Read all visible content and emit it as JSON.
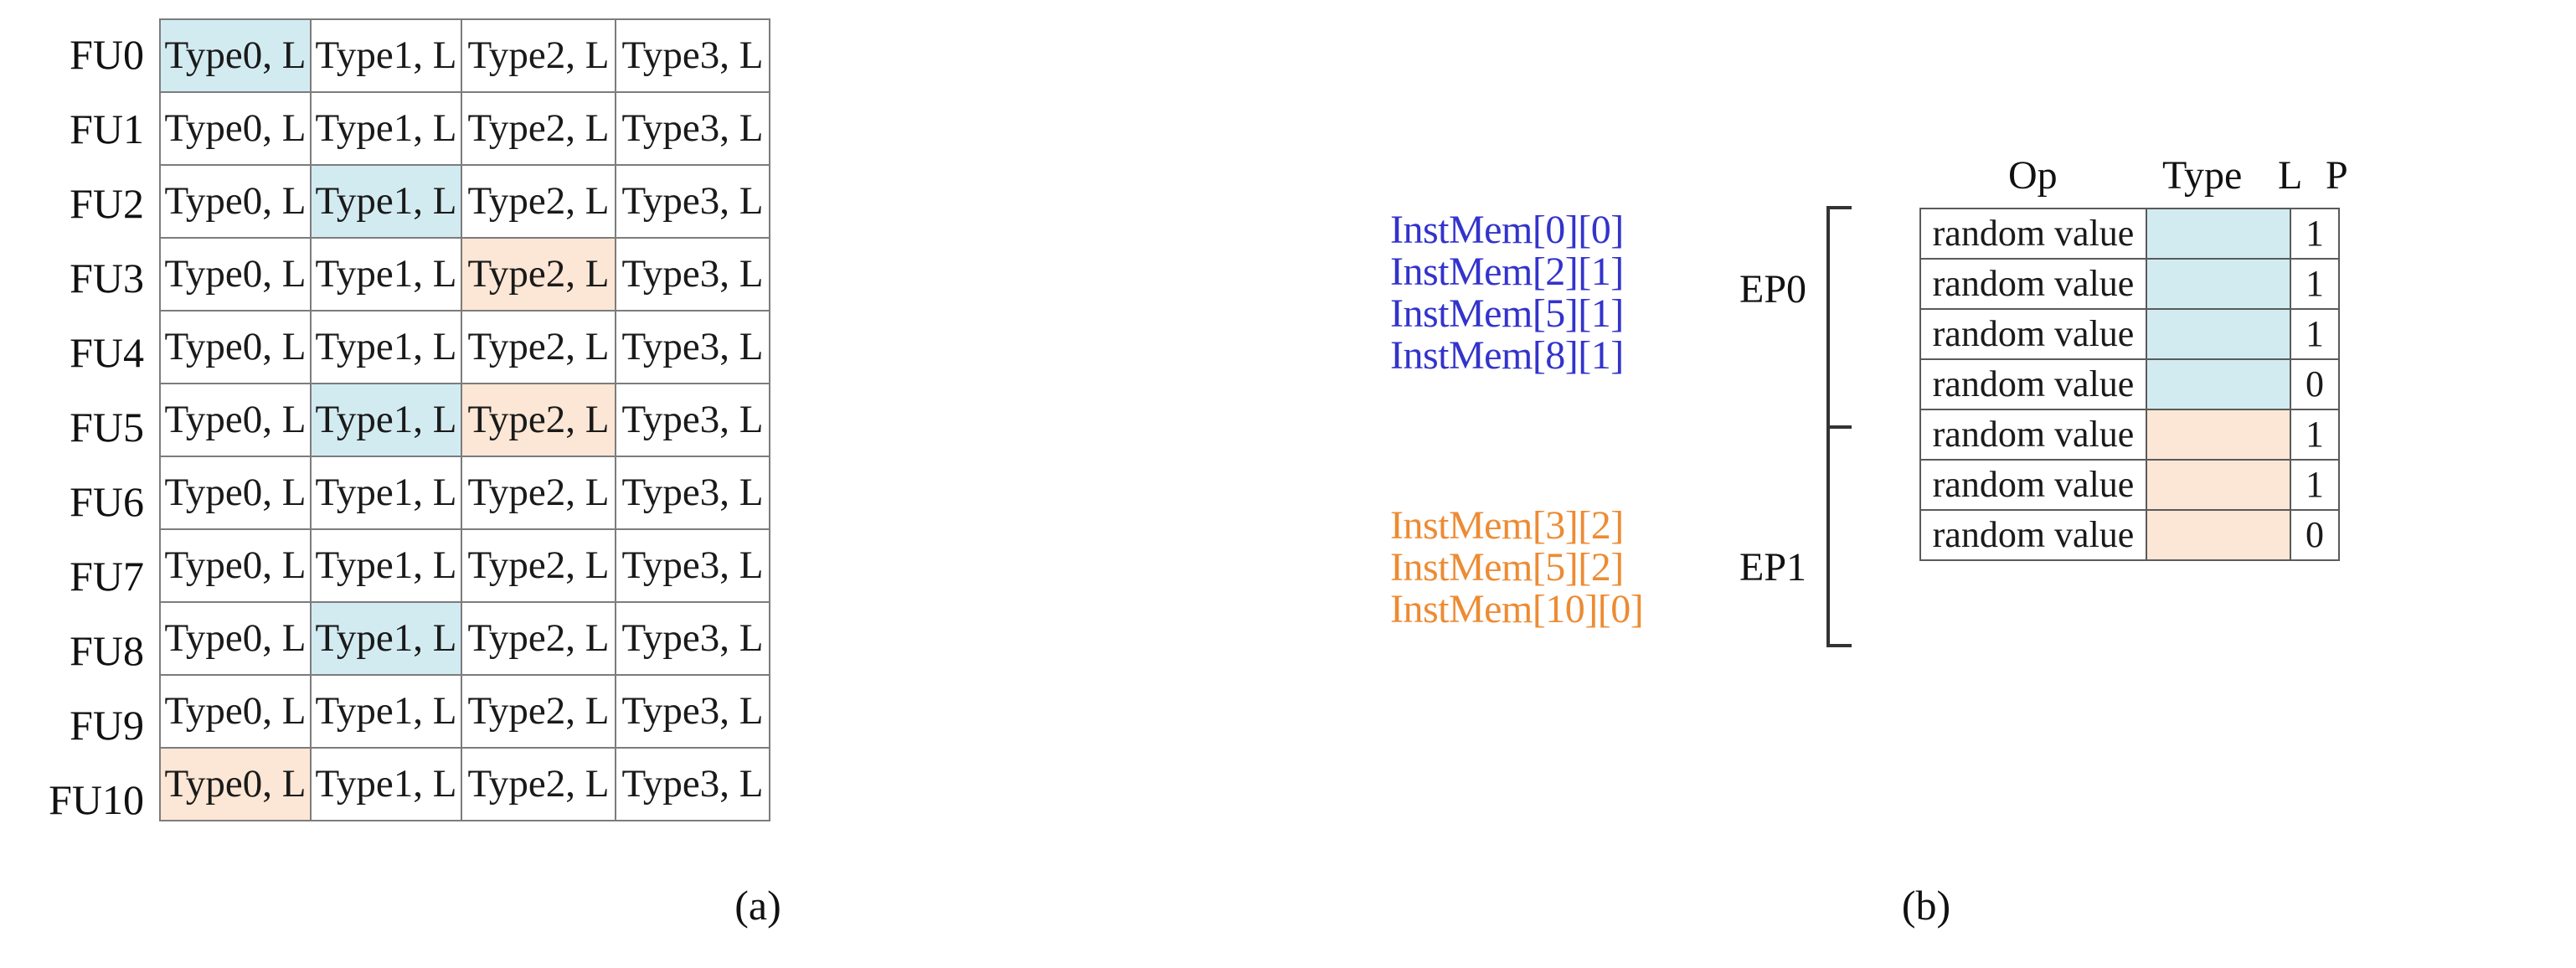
{
  "figure": {
    "caption_a": "(a)",
    "caption_b": "(b)"
  },
  "colors": {
    "highlight_blue": "#d2ebf1",
    "highlight_orange": "#fce6d5",
    "ep0_text": "#3333cc",
    "ep1_text": "#ed8b33",
    "border": "#7c7c7c"
  },
  "panel_a": {
    "row_labels": [
      "FU0",
      "FU1",
      "FU2",
      "FU3",
      "FU4",
      "FU5",
      "FU6",
      "FU7",
      "FU8",
      "FU9",
      "FU10"
    ],
    "rows": [
      {
        "cells": [
          {
            "text": "Type0, L",
            "highlight": "blue"
          },
          {
            "text": "Type1, L",
            "highlight": "none"
          },
          {
            "text": "Type2, L",
            "highlight": "none"
          },
          {
            "text": "Type3, L",
            "highlight": "none"
          }
        ]
      },
      {
        "cells": [
          {
            "text": "Type0, L",
            "highlight": "none"
          },
          {
            "text": "Type1, L",
            "highlight": "none"
          },
          {
            "text": "Type2, L",
            "highlight": "none"
          },
          {
            "text": "Type3, L",
            "highlight": "none"
          }
        ]
      },
      {
        "cells": [
          {
            "text": "Type0, L",
            "highlight": "none"
          },
          {
            "text": "Type1, L",
            "highlight": "blue"
          },
          {
            "text": "Type2, L",
            "highlight": "none"
          },
          {
            "text": "Type3, L",
            "highlight": "none"
          }
        ]
      },
      {
        "cells": [
          {
            "text": "Type0, L",
            "highlight": "none"
          },
          {
            "text": "Type1, L",
            "highlight": "none"
          },
          {
            "text": "Type2, L",
            "highlight": "orange"
          },
          {
            "text": "Type3, L",
            "highlight": "none"
          }
        ]
      },
      {
        "cells": [
          {
            "text": "Type0, L",
            "highlight": "none"
          },
          {
            "text": "Type1, L",
            "highlight": "none"
          },
          {
            "text": "Type2, L",
            "highlight": "none"
          },
          {
            "text": "Type3, L",
            "highlight": "none"
          }
        ]
      },
      {
        "cells": [
          {
            "text": "Type0, L",
            "highlight": "none"
          },
          {
            "text": "Type1, L",
            "highlight": "blue"
          },
          {
            "text": "Type2, L",
            "highlight": "orange"
          },
          {
            "text": "Type3, L",
            "highlight": "none"
          }
        ]
      },
      {
        "cells": [
          {
            "text": "Type0, L",
            "highlight": "none"
          },
          {
            "text": "Type1, L",
            "highlight": "none"
          },
          {
            "text": "Type2, L",
            "highlight": "none"
          },
          {
            "text": "Type3, L",
            "highlight": "none"
          }
        ]
      },
      {
        "cells": [
          {
            "text": "Type0, L",
            "highlight": "none"
          },
          {
            "text": "Type1, L",
            "highlight": "none"
          },
          {
            "text": "Type2, L",
            "highlight": "none"
          },
          {
            "text": "Type3, L",
            "highlight": "none"
          }
        ]
      },
      {
        "cells": [
          {
            "text": "Type0, L",
            "highlight": "none"
          },
          {
            "text": "Type1, L",
            "highlight": "blue"
          },
          {
            "text": "Type2, L",
            "highlight": "none"
          },
          {
            "text": "Type3, L",
            "highlight": "none"
          }
        ]
      },
      {
        "cells": [
          {
            "text": "Type0, L",
            "highlight": "none"
          },
          {
            "text": "Type1, L",
            "highlight": "none"
          },
          {
            "text": "Type2, L",
            "highlight": "none"
          },
          {
            "text": "Type3, L",
            "highlight": "none"
          }
        ]
      },
      {
        "cells": [
          {
            "text": "Type0, L",
            "highlight": "orange"
          },
          {
            "text": "Type1, L",
            "highlight": "none"
          },
          {
            "text": "Type2, L",
            "highlight": "none"
          },
          {
            "text": "Type3, L",
            "highlight": "none"
          }
        ]
      }
    ]
  },
  "panel_b": {
    "headers": {
      "op": "Op",
      "type": "Type",
      "l": "L",
      "p": "P"
    },
    "groups": [
      {
        "name": "EP0",
        "color": "#3333cc",
        "highlight": "blue",
        "instmem": [
          "InstMem[0][0]",
          "InstMem[2][1]",
          "InstMem[5][1]",
          "InstMem[8][1]"
        ]
      },
      {
        "name": "EP1",
        "color": "#ed8b33",
        "highlight": "orange",
        "instmem": [
          "InstMem[3][2]",
          "InstMem[5][2]",
          "InstMem[10][0]"
        ]
      }
    ],
    "rows": [
      {
        "op": "random value",
        "type": "",
        "highlight": "blue",
        "p": "1"
      },
      {
        "op": "random value",
        "type": "",
        "highlight": "blue",
        "p": "1"
      },
      {
        "op": "random value",
        "type": "",
        "highlight": "blue",
        "p": "1"
      },
      {
        "op": "random value",
        "type": "",
        "highlight": "blue",
        "p": "0"
      },
      {
        "op": "random value",
        "type": "",
        "highlight": "orange",
        "p": "1"
      },
      {
        "op": "random value",
        "type": "",
        "highlight": "orange",
        "p": "1"
      },
      {
        "op": "random value",
        "type": "",
        "highlight": "orange",
        "p": "0"
      }
    ]
  }
}
